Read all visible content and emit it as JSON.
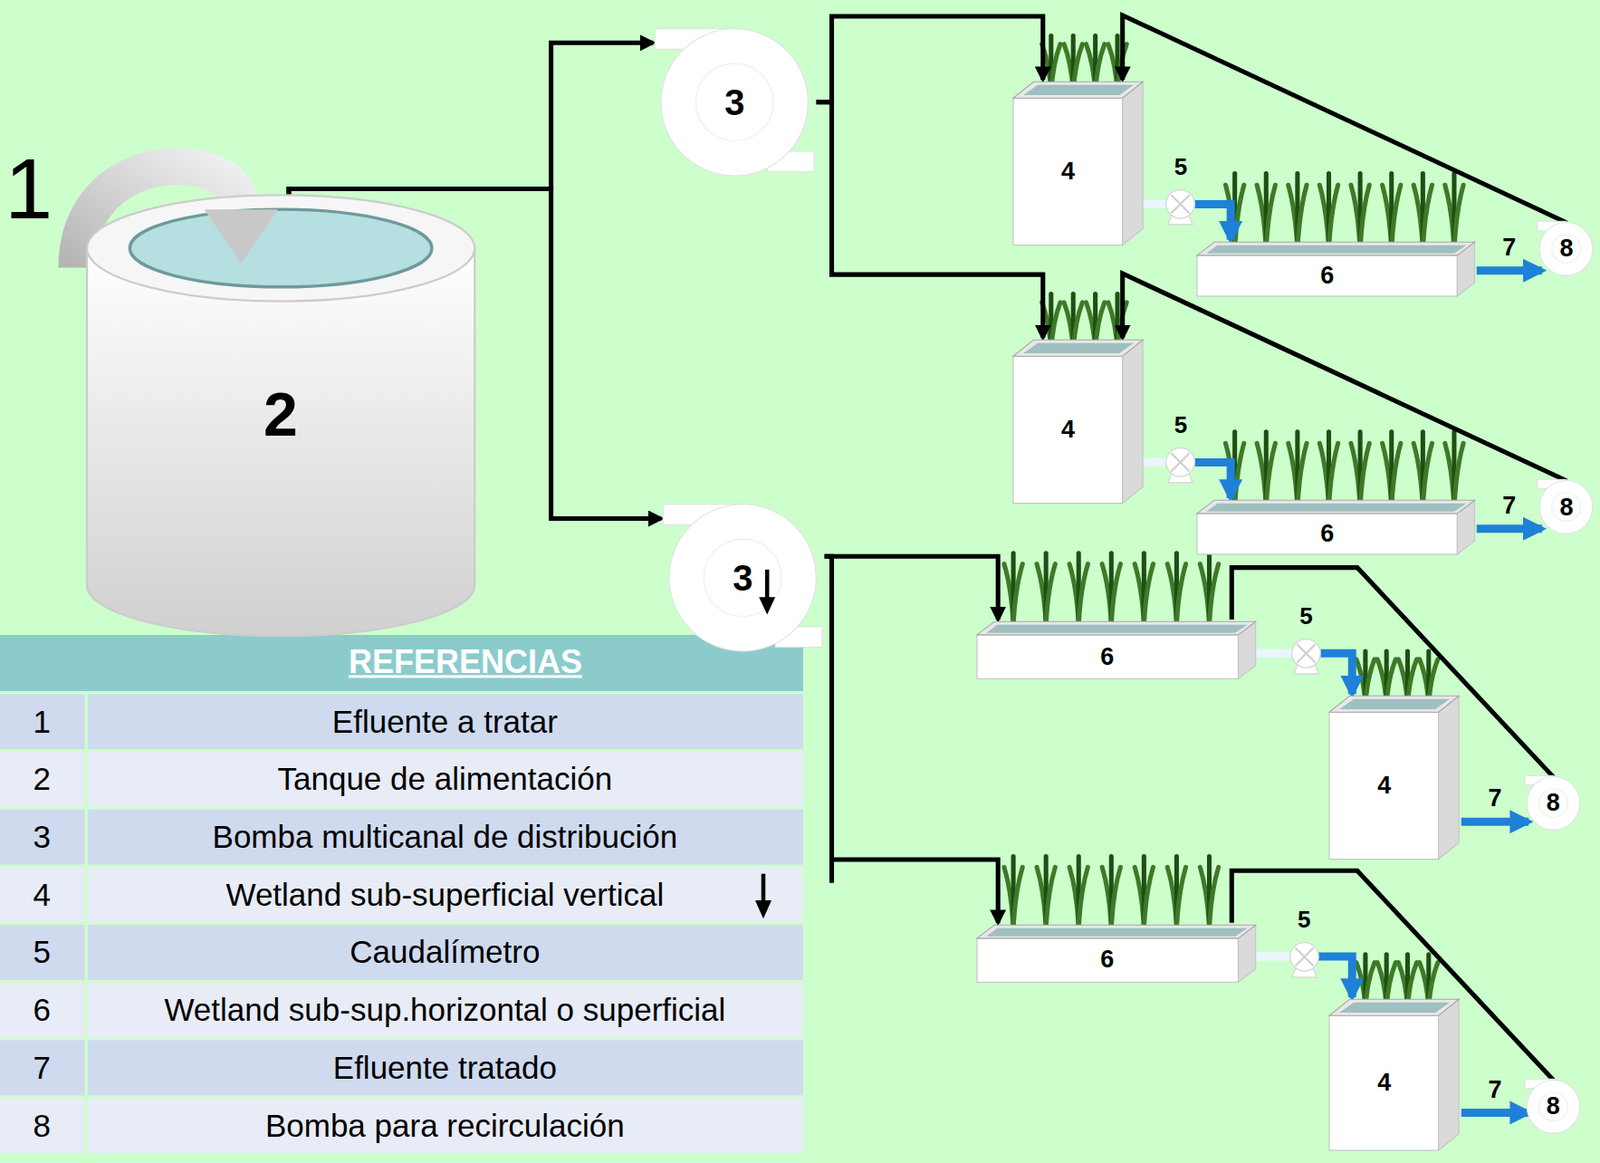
{
  "diagram": {
    "nodes": [
      {
        "text": [
          "2"
        ]
      },
      {
        "text": [
          "3"
        ]
      },
      {
        "text": [
          "3"
        ]
      },
      {
        "text": [
          "4"
        ]
      },
      {
        "text": [
          "5"
        ]
      },
      {
        "text": [
          "6"
        ]
      },
      {
        "text": [
          "8"
        ]
      },
      {
        "text": [
          "4"
        ]
      },
      {
        "text": [
          "5"
        ]
      },
      {
        "text": [
          "6"
        ]
      },
      {
        "text": [
          "8"
        ]
      },
      {
        "text": [
          "6"
        ]
      },
      {
        "text": [
          "5"
        ]
      },
      {
        "text": [
          "4"
        ]
      },
      {
        "text": [
          "8"
        ]
      },
      {
        "text": [
          "6"
        ]
      },
      {
        "text": [
          "5"
        ]
      },
      {
        "text": [
          "4"
        ]
      },
      {
        "text": [
          "8"
        ]
      }
    ],
    "edges": [
      {
        "from": 0,
        "to": 1,
        "arrow": "to"
      },
      {
        "from": 0,
        "to": 2,
        "arrow": "to"
      },
      {
        "from": 1,
        "to": 3,
        "arrow": "to"
      },
      {
        "from": 1,
        "to": 7,
        "arrow": "to"
      },
      {
        "from": 2,
        "to": 11,
        "arrow": "to"
      },
      {
        "from": 2,
        "to": 15,
        "arrow": "to"
      },
      {
        "from": 3,
        "to": 4,
        "arrow": "none"
      },
      {
        "from": 4,
        "to": 5,
        "arrow": "to"
      },
      {
        "from": 5,
        "to": 6,
        "label": "7",
        "arrow": "to"
      },
      {
        "from": 6,
        "to": 3,
        "arrow": "to"
      },
      {
        "from": 7,
        "to": 8,
        "arrow": "none"
      },
      {
        "from": 8,
        "to": 9,
        "arrow": "to"
      },
      {
        "from": 9,
        "to": 10,
        "label": "7",
        "arrow": "to"
      },
      {
        "from": 10,
        "to": 7,
        "arrow": "to"
      },
      {
        "from": 11,
        "to": 12,
        "arrow": "none"
      },
      {
        "from": 12,
        "to": 13,
        "arrow": "to"
      },
      {
        "from": 13,
        "to": 14,
        "label": "7",
        "arrow": "to"
      },
      {
        "from": 14,
        "to": 11,
        "arrow": "none"
      },
      {
        "from": 15,
        "to": 16,
        "arrow": "none"
      },
      {
        "from": 16,
        "to": 17,
        "arrow": "to"
      },
      {
        "from": 17,
        "to": 18,
        "label": "7",
        "arrow": "to"
      },
      {
        "from": 18,
        "to": 15,
        "arrow": "none"
      }
    ],
    "labels": [
      "1",
      "REFERENCIAS",
      "1",
      "Efluente a tratar",
      "2",
      "Tanque de alimentación",
      "3",
      "Bomba multicanal de distribución",
      "4",
      "Wetland sub-superficial vertical",
      "5",
      "Caudalímetro",
      "6",
      "Wetland sub-sup.horizontal o superficial",
      "7",
      "Efluente tratado",
      "8",
      "Bomba para recirculación"
    ]
  }
}
